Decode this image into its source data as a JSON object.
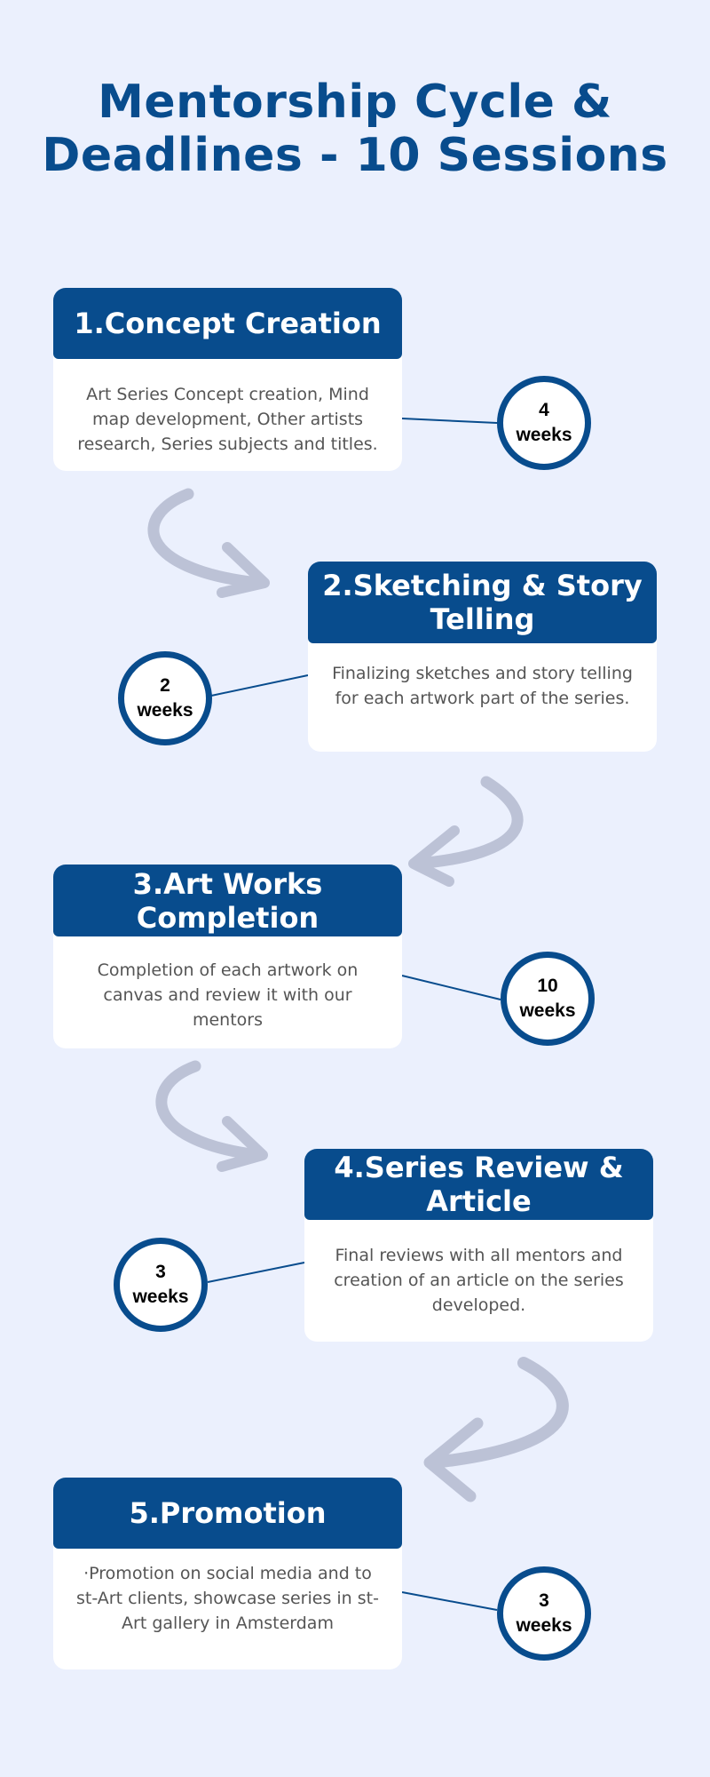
{
  "title": {
    "line1": "Mentorship Cycle &",
    "line2": "Deadlines - 10 Sessions"
  },
  "colors": {
    "background": "#ebf0fd",
    "primary": "#084c8d",
    "arrow": "#bcc2d6",
    "card": "#ffffff"
  },
  "steps": [
    {
      "title": "1.Concept Creation",
      "body": "Art Series Concept creation, Mind map development, Other artists research, Series subjects and titles.",
      "duration_value": "4",
      "duration_unit": "weeks"
    },
    {
      "title": "2.Sketching & Story Telling",
      "body": "Finalizing sketches and story telling for each artwork part of the series.",
      "duration_value": "2",
      "duration_unit": "weeks"
    },
    {
      "title": "3.Art Works Completion",
      "body": "Completion of each artwork on canvas and review it with our mentors",
      "duration_value": "10",
      "duration_unit": "weeks"
    },
    {
      "title": "4.Series Review & Article",
      "body": "Final reviews with all mentors and creation of an article on the series developed.",
      "duration_value": "3",
      "duration_unit": "weeks"
    },
    {
      "title": "5.Promotion",
      "body": "·Promotion on social media and to st-Art clients, showcase series in st-Art gallery in Amsterdam",
      "duration_value": "3",
      "duration_unit": "weeks"
    }
  ],
  "arrows": [
    {
      "icon": "curved-arrow-right-icon"
    },
    {
      "icon": "curved-arrow-left-icon"
    },
    {
      "icon": "curved-arrow-right-icon"
    },
    {
      "icon": "curved-arrow-left-icon"
    }
  ]
}
